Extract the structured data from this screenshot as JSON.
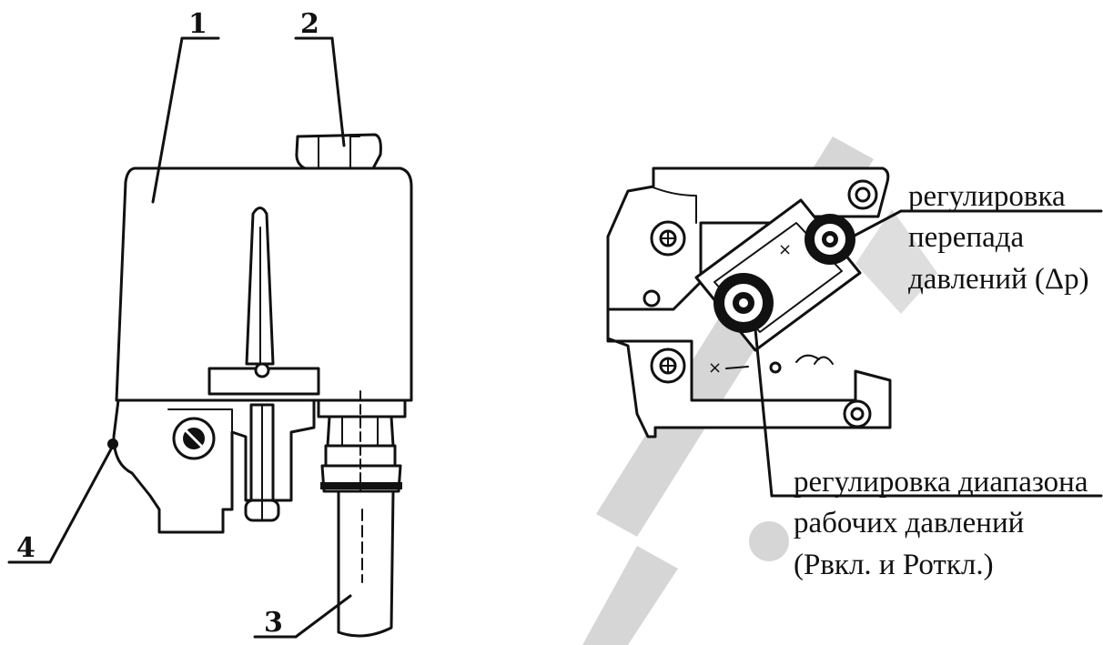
{
  "callouts": {
    "n1": "1",
    "n2": "2",
    "n3": "3",
    "n4": "4"
  },
  "labels": {
    "diff_line1": "регулировка",
    "diff_line2": "перепада",
    "diff_line3": "давлений (Δp)",
    "range_line1": "регулировка диапазона",
    "range_line2": "рабочих давлений",
    "range_line3": "(Рвкл. и Роткл.)"
  }
}
